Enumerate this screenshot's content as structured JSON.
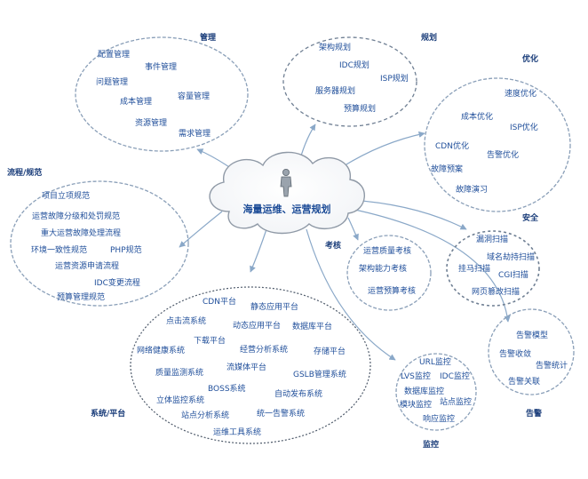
{
  "center": {
    "label": "海量运维、运营规划"
  },
  "groups": {
    "guanli": {
      "title": "管理",
      "items": [
        "配置管理",
        "事件管理",
        "问题管理",
        "成本管理",
        "容量管理",
        "资源管理",
        "需求管理"
      ]
    },
    "guihua": {
      "title": "规划",
      "items": [
        "架构规划",
        "IDC规划",
        "ISP规划",
        "服务器规划",
        "预算规划"
      ]
    },
    "youhua": {
      "title": "优化",
      "items": [
        "速度优化",
        "成本优化",
        "ISP优化",
        "CDN优化",
        "告警优化",
        "故障预案",
        "故障演习"
      ]
    },
    "anquan": {
      "title": "安全",
      "items": [
        "漏洞扫描",
        "域名劫持扫描",
        "挂马扫描",
        "CGI扫描",
        "网页篡改扫描"
      ]
    },
    "gaojing": {
      "title": "告警",
      "items": [
        "告警模型",
        "告警收敛",
        "告警统计",
        "告警关联"
      ]
    },
    "jiankong": {
      "title": "监控",
      "items": [
        "URL监控",
        "LVS监控",
        "IDC监控",
        "数据库监控",
        "模块监控",
        "站点监控",
        "响应监控"
      ]
    },
    "kaohe": {
      "title": "考核",
      "items": [
        "运营质量考核",
        "架构能力考核",
        "运营预算考核"
      ]
    },
    "liucheng": {
      "title": "流程/规范",
      "items": [
        "项目立项规范",
        "运营故障分级和处罚规范",
        "重大运营故障处理流程",
        "环境一致性规范",
        "PHP规范",
        "运营资源申请流程",
        "IDC变更流程",
        "预算管理规范"
      ]
    },
    "xitong": {
      "title": "系统/平台",
      "items": [
        "CDN平台",
        "静态应用平台",
        "点击流系统",
        "动态应用平台",
        "数据库平台",
        "下载平台",
        "网络健康系统",
        "经营分析系统",
        "存储平台",
        "质量监测系统",
        "流媒体平台",
        "GSLB管理系统",
        "BOSS系统",
        "立体监控系统",
        "自动发布系统",
        "站点分析系统",
        "统一告警系统",
        "运维工具系统"
      ]
    }
  },
  "colors": {
    "text": "#1f4e9a",
    "line": "#8aa8c8",
    "oval": "#8a9fb8"
  }
}
